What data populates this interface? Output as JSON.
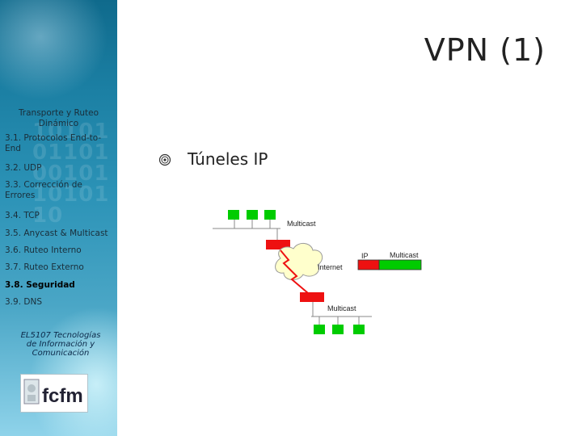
{
  "slide": {
    "title": "VPN (1)",
    "bullet": "Túneles IP"
  },
  "sidebar": {
    "title": "Transporte y Ruteo Dinámico",
    "items": [
      {
        "label": "3.1. Protocolos End-to-End",
        "active": false
      },
      {
        "label": "3.2. UDP",
        "active": false
      },
      {
        "label": "3.3. Corrección de Errores",
        "active": false
      },
      {
        "label": "3.4. TCP",
        "active": false
      },
      {
        "label": "3.5. Anycast & Multicast",
        "active": false
      },
      {
        "label": "3.6. Ruteo Interno",
        "active": false
      },
      {
        "label": "3.7. Ruteo Externo",
        "active": false
      },
      {
        "label": "3.8. Seguridad",
        "active": true
      },
      {
        "label": "3.9. DNS",
        "active": false
      }
    ],
    "course": "EL5107 Tecnologías de Información y Comunicación",
    "logo_text": "fcfm"
  },
  "diagram": {
    "multicast_top": "Multicast",
    "internet": "Internet",
    "multicast_bottom": "Multicast",
    "packet_ip": "IP",
    "packet_payload": "Multicast",
    "colors": {
      "host": "#00cc00",
      "router": "#ee1111",
      "cloud": "#ffffcc",
      "bolt": "#ee1111"
    }
  }
}
